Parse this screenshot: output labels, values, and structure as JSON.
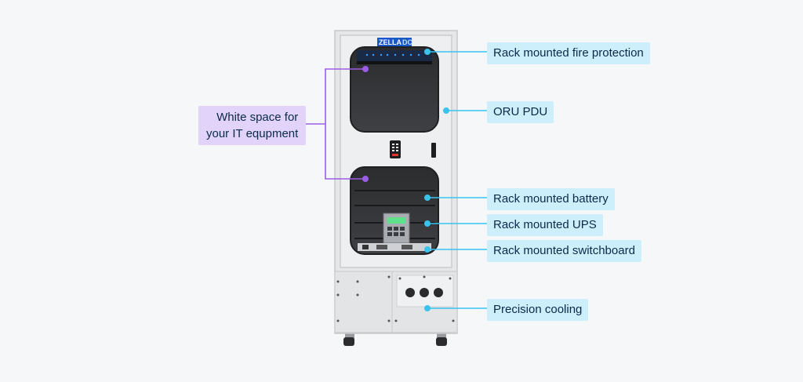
{
  "labels": {
    "fire": "Rack mounted fire protection",
    "pdu": "ORU PDU",
    "battery": "Rack mounted battery",
    "ups": "Rack mounted UPS",
    "switchboard": "Rack mounted switchboard",
    "cooling": "Precision cooling",
    "white_space_line1": "White space for",
    "white_space_line2": "your IT equpment"
  },
  "brand": {
    "name": "ZELLA",
    "suffix": "DC"
  },
  "colors": {
    "background": "#f6f7f9",
    "label_blue": "#cdeefb",
    "label_purple": "#e2d3fb",
    "connector_blue": "#39c3ee",
    "connector_purple": "#9b5de5",
    "cabinet": "#e9eaec",
    "window": "#3a3b3d"
  }
}
